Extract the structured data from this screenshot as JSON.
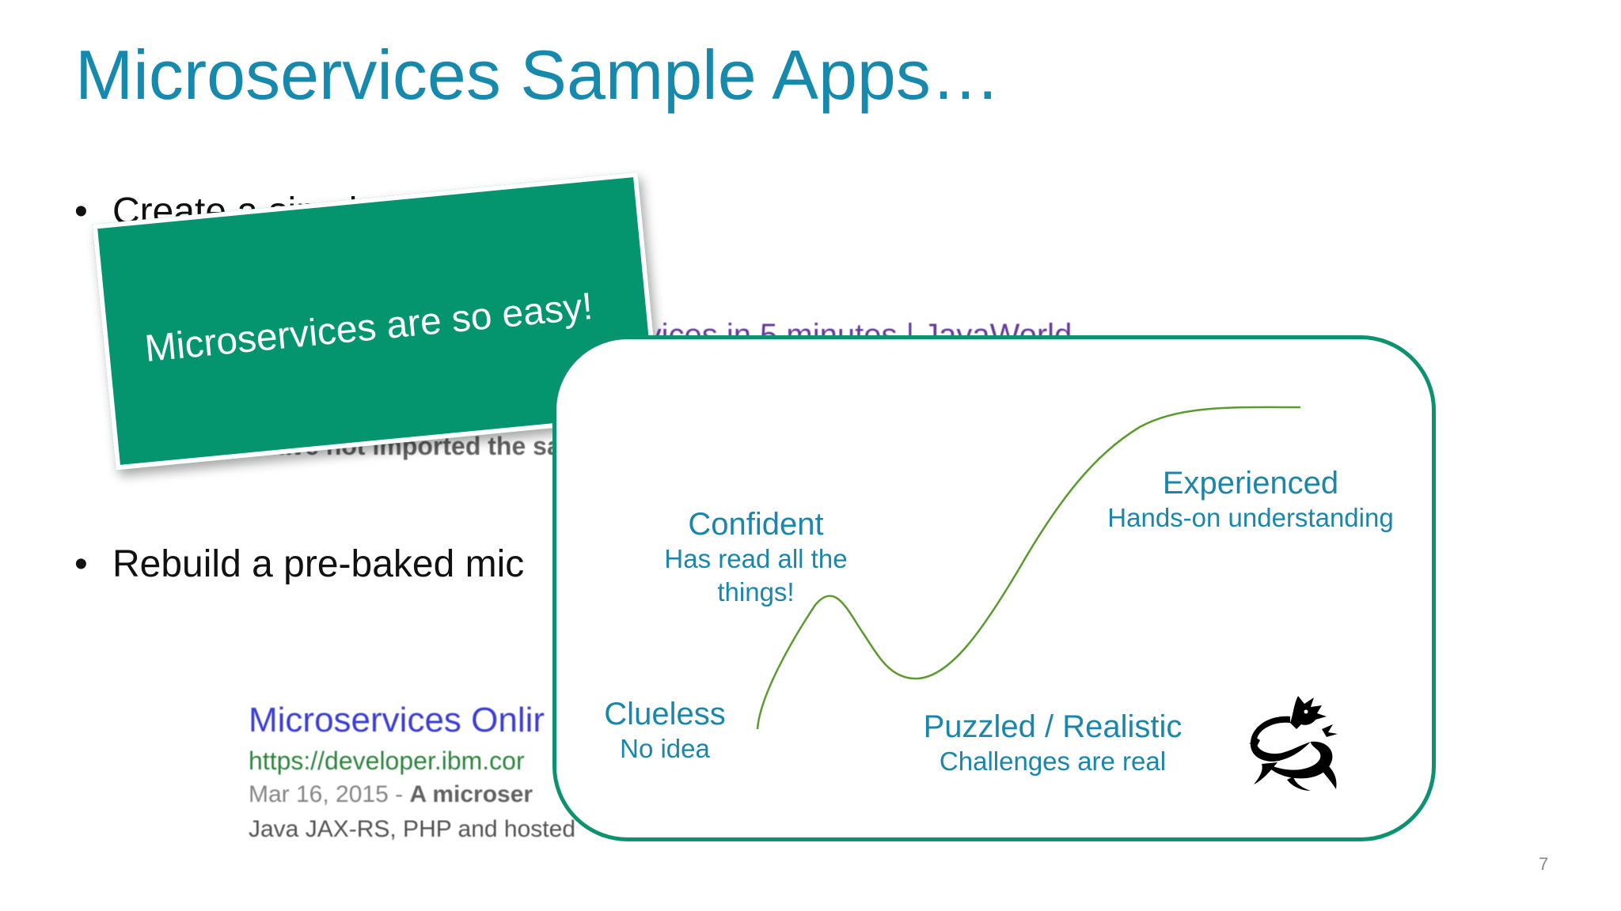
{
  "slide": {
    "title": "Microservices Sample Apps…",
    "page_number": "7"
  },
  "bullets": [
    {
      "marker": "•",
      "text": "Create a simple"
    },
    {
      "marker": "•",
      "text": "Rebuild a pre-baked mic"
    }
  ],
  "background_snippets": {
    "result1_title": "services in 5 minutes | JavaWorld",
    "result1_desc": "have not imported the sa",
    "result2_title": "Microservices Onlir",
    "result2_url": "https://developer.ibm.cor",
    "result2_date": "Mar 16, 2015 - ",
    "result2_date_bold": "A microser",
    "result2_desc": "Java JAX-RS, PHP and hosted"
  },
  "banner": {
    "text": "Microservices are so easy!",
    "color": "#04956f"
  },
  "learning_curve": {
    "stages": [
      {
        "name": "Clueless",
        "description": "No idea"
      },
      {
        "name": "Confident",
        "description_line1": "Has read all the",
        "description_line2": "things!"
      },
      {
        "name": "Puzzled / Realistic",
        "description": "Challenges are real"
      },
      {
        "name": "Experienced",
        "description": "Hands-on understanding"
      }
    ],
    "curve_color": "#5a9a2e",
    "border_color": "#0d9270",
    "text_color": "#1a86ab"
  },
  "icons": {
    "dragon": "dragon-icon"
  },
  "colors": {
    "title": "#1689ad"
  }
}
